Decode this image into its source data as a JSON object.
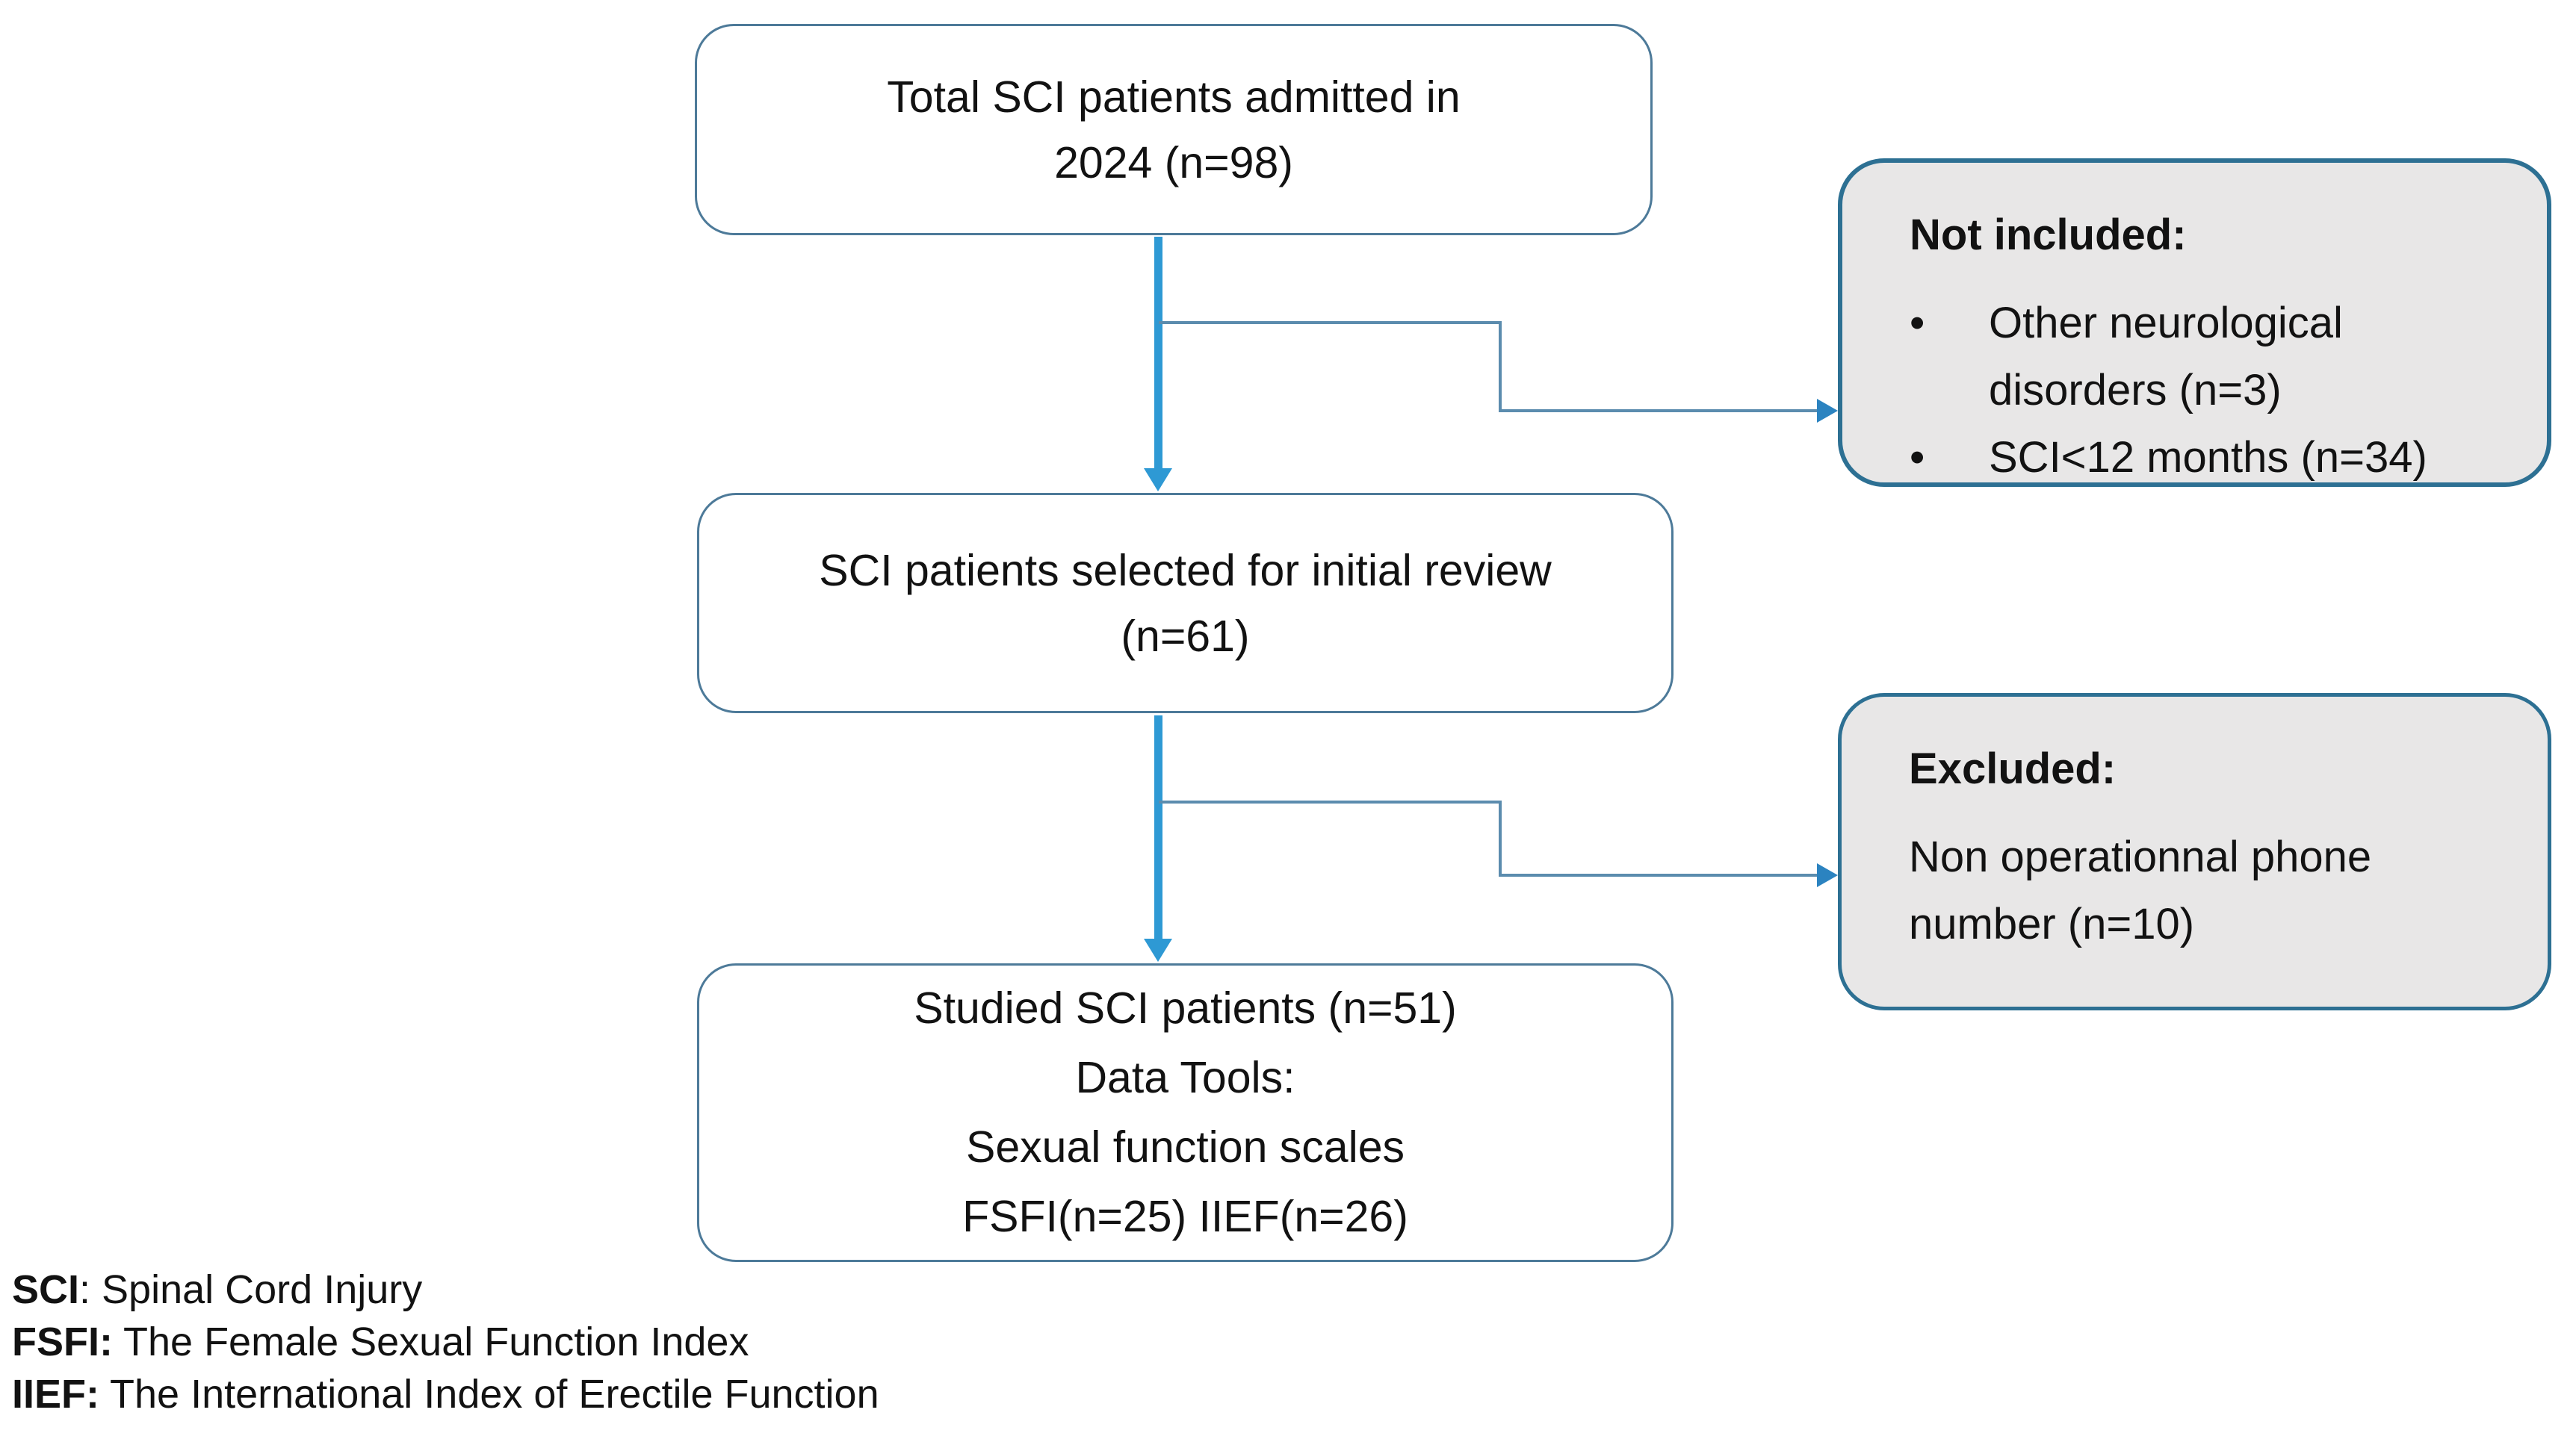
{
  "diagram": {
    "boxes": {
      "total": {
        "lines": [
          "Total SCI patients admitted in",
          "2024 (n=98)"
        ]
      },
      "selected": {
        "lines": [
          "SCI patients selected for initial review",
          "(n=61)"
        ]
      },
      "studied": {
        "lines": [
          "Studied SCI patients (n=51)",
          "Data Tools:",
          "Sexual function scales",
          "FSFI(n=25) IIEF(n=26)"
        ]
      },
      "not_included": {
        "title": "Not included:",
        "bullet_char": "•",
        "bullets": [
          "Other neurological disorders (n=3)",
          "SCI<12 months (n=34)"
        ]
      },
      "excluded": {
        "title": "Excluded:",
        "text": "Non operationnal phone number (n=10)"
      }
    },
    "legend": [
      {
        "abbr": "SCI",
        "rest": ": Spinal Cord Injury"
      },
      {
        "abbr": "FSFI:",
        "rest": " The Female Sexual Function Index"
      },
      {
        "abbr": "IIEF:",
        "rest": " The International Index of Erectile Function"
      }
    ],
    "colors": {
      "main_box_border": "#4d7a99",
      "side_box_border": "#2d7093",
      "side_box_fill": "#e8e7e7",
      "thick_arrow": "#2e99d4",
      "connector_line": "#5b8cae",
      "connector_head": "#2b83c0",
      "text": "#121212"
    }
  }
}
